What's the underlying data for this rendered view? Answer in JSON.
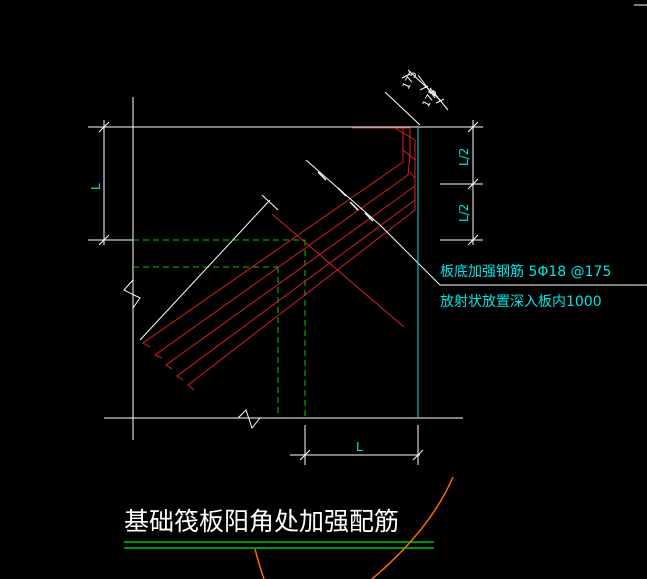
{
  "colors": {
    "background": "#000000",
    "outline": "#ffffff",
    "rebar": "#e02020",
    "guide": "#00c800",
    "dimension": "#00e5e5",
    "underline": "#00c800",
    "arc": "#ff6a00"
  },
  "dimensions": {
    "spacing_1": "175",
    "spacing_2": "175",
    "half_1": "L/2",
    "half_2": "L/2",
    "left_L": "L",
    "bottom_L": "L"
  },
  "note": {
    "line1": "板底加强钢筋   5Φ18 @175",
    "line2": "放射状放置深入板内1000"
  },
  "title": "基础筏板阳角处加强配筋"
}
